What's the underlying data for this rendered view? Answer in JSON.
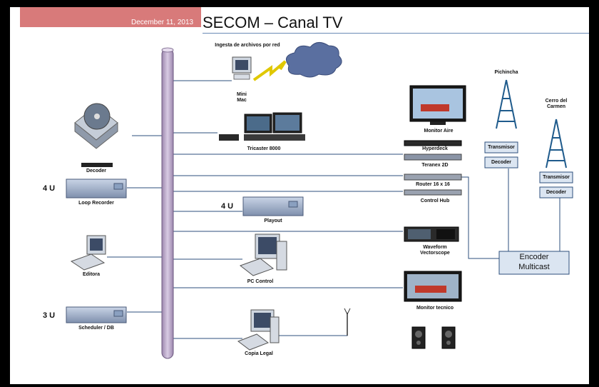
{
  "header": {
    "date": "December 11, 2013",
    "title": "SECOM – Canal TV"
  },
  "labels": {
    "ingesta": "Ingesta de archivos por red",
    "mini_mac": "Mini\nMac",
    "tricaster": "Tricaster 8000",
    "decoder_left": "Decoder",
    "loop_recorder": "Loop Recorder",
    "playout": "Playout",
    "editora": "Editora",
    "pc_control": "PC Control",
    "scheduler": "Scheduler / DB",
    "copia_legal": "Copia Legal",
    "monitor_aire": "Monitor Aire",
    "hyperdeck": "Hyperdeck",
    "teranex": "Teranex 2D",
    "router": "Router 16 x 16",
    "control_hub": "Control Hub",
    "waveform": "Waveform\nVectorscope",
    "monitor_tecnico": "Monitor tecnico",
    "pichincha": "Pichincha",
    "cerro_carmen": "Cerro del\nCarmen",
    "transmisor1": "Transmisor",
    "decoder1": "Decoder",
    "transmisor2": "Transmisor",
    "decoder2": "Decoder",
    "encoder": "Encoder\nMulticast",
    "u_loop": "4 U",
    "u_playout": "4 U",
    "u_scheduler": "3 U"
  },
  "colors": {
    "header": "#d87a7a",
    "bus": "#b9a6c9",
    "line": "#2c4f7c",
    "box": "#dbe5f1"
  }
}
